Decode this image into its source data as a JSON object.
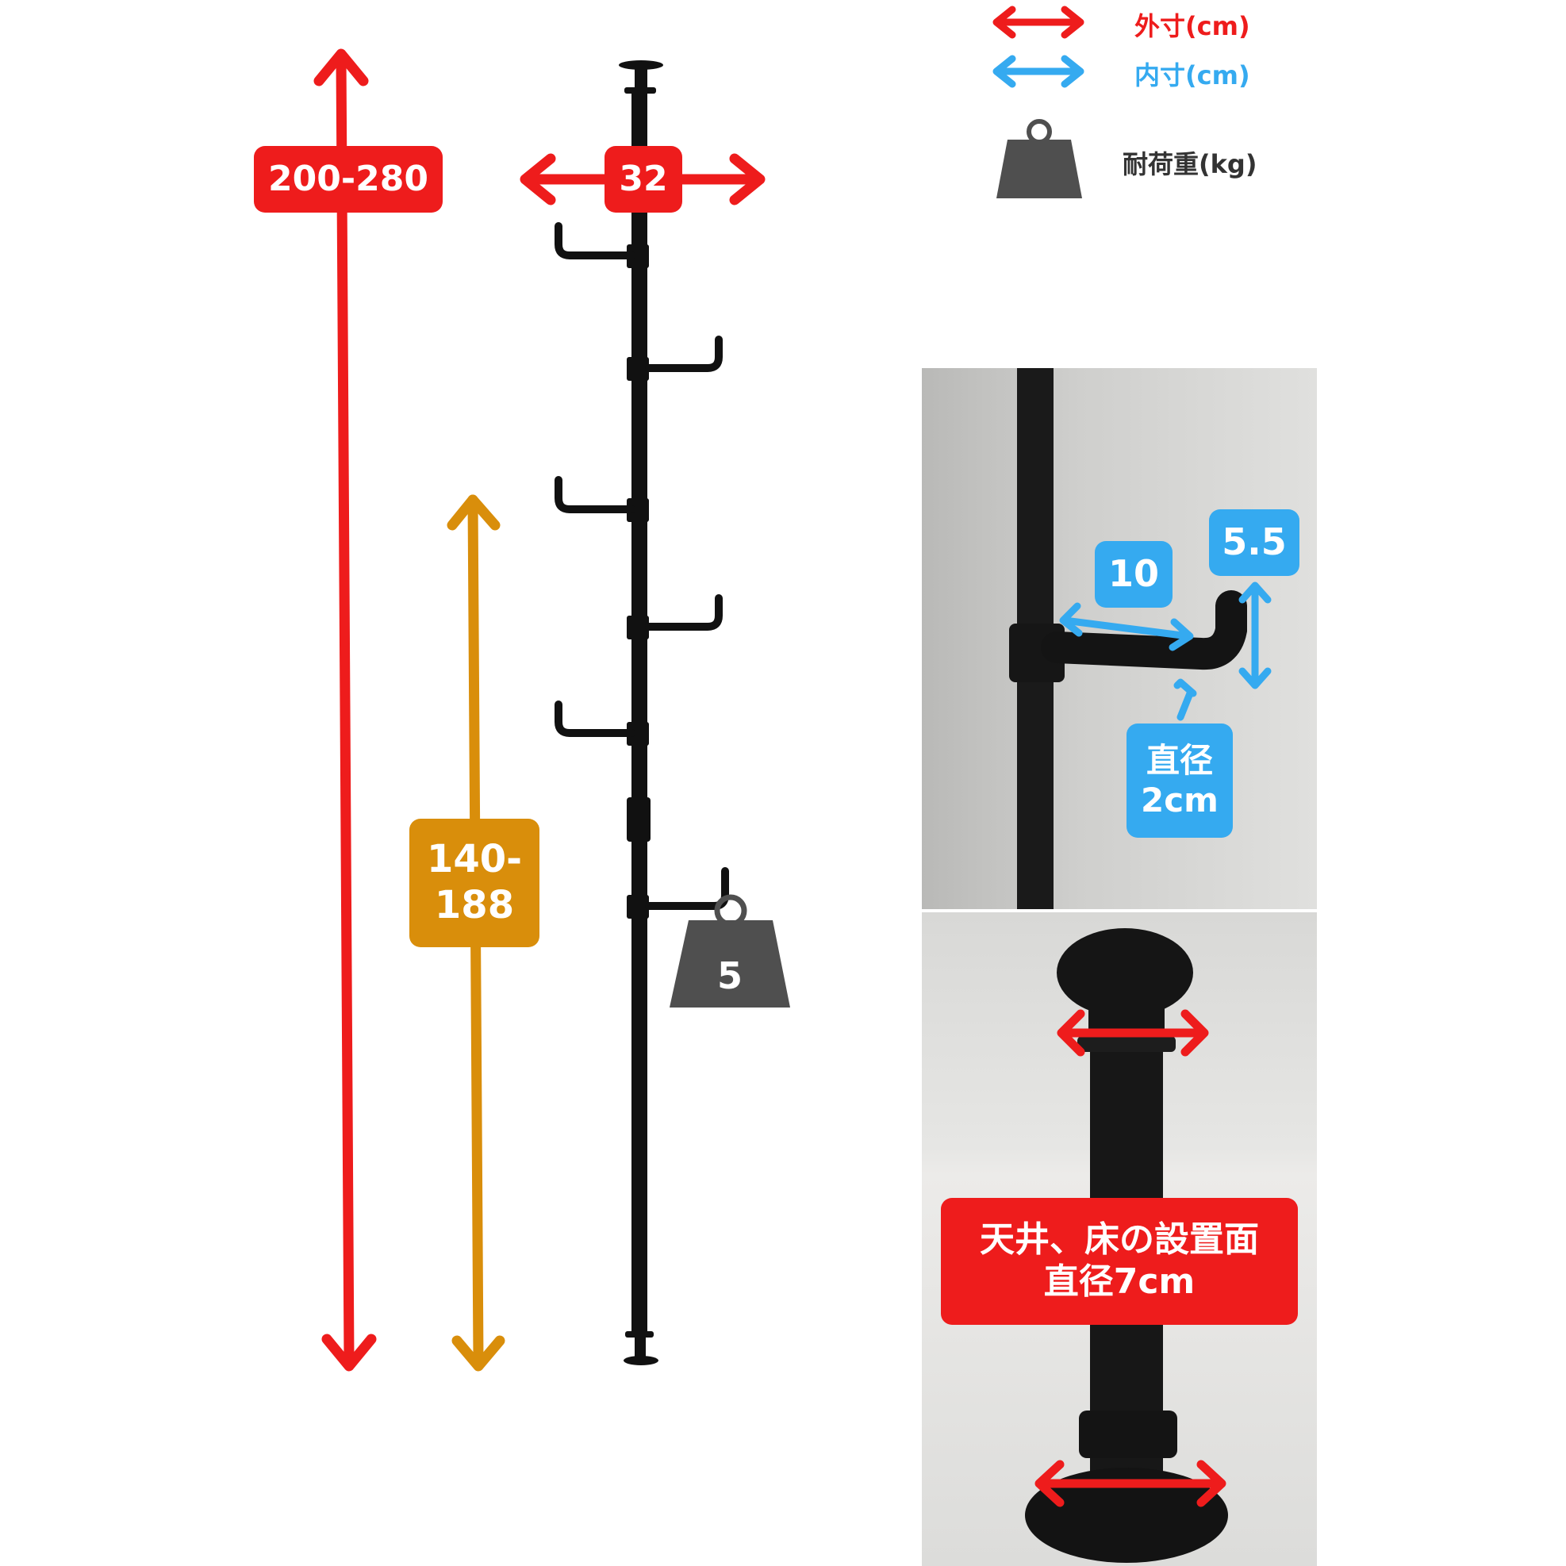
{
  "colors": {
    "outer": "#ee1c1c",
    "inner": "#35aaf0",
    "height_range": "#d98e0b",
    "weight": "#4f4f4f",
    "pole": "#111111"
  },
  "legend": {
    "outer_label": "外寸(cm)",
    "inner_label": "内寸(cm)",
    "load_label": "耐荷重(kg)"
  },
  "dimensions": {
    "total_height": "200-280",
    "width": "32",
    "hook_height_line1": "140-",
    "hook_height_line2": "188",
    "load": "5"
  },
  "hook_detail": {
    "length": "10",
    "height": "5.5",
    "diameter_line1": "直径",
    "diameter_line2": "2cm"
  },
  "base_detail": {
    "line1": "天井、床の設置面",
    "line2": "直径7cm"
  }
}
